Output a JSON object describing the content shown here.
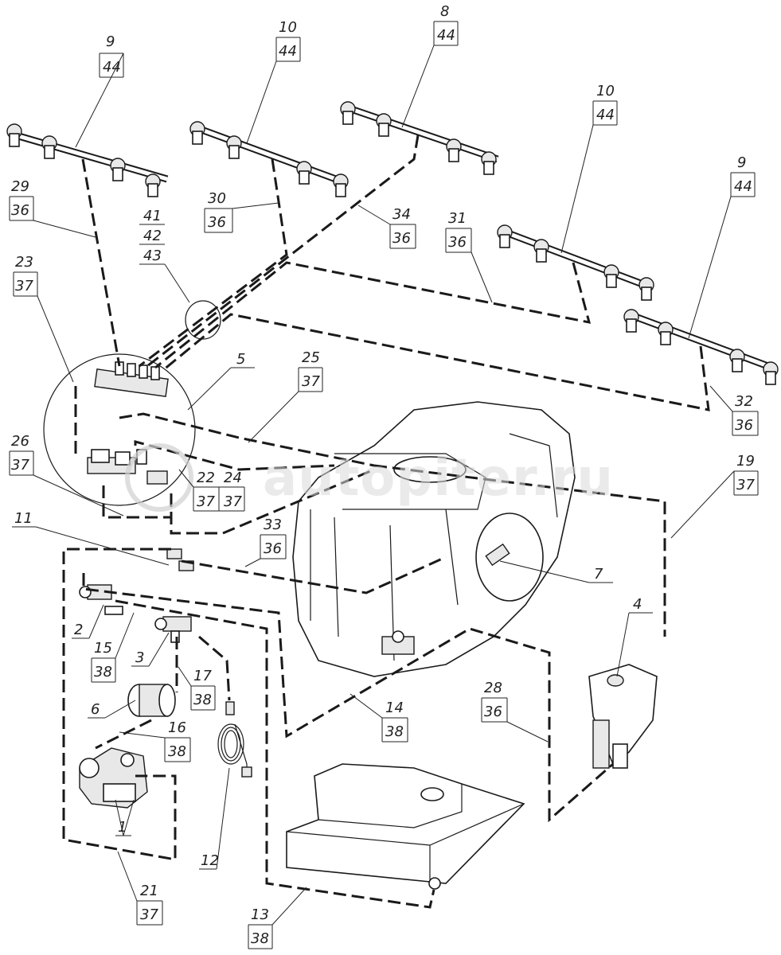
{
  "watermark": "autopiter.ru",
  "callouts": [
    {
      "id": "c9a",
      "top": "9",
      "bottom": "44"
    },
    {
      "id": "c10a",
      "top": "10",
      "bottom": "44"
    },
    {
      "id": "c8",
      "top": "8",
      "bottom": "44"
    },
    {
      "id": "c10b",
      "top": "10",
      "bottom": "44"
    },
    {
      "id": "c9b",
      "top": "9",
      "bottom": "44"
    },
    {
      "id": "c29",
      "top": "29",
      "bottom": "36"
    },
    {
      "id": "c30",
      "top": "30",
      "bottom": "36"
    },
    {
      "id": "c34",
      "top": "34",
      "bottom": "36"
    },
    {
      "id": "c31",
      "top": "31",
      "bottom": "36"
    },
    {
      "id": "c23",
      "top": "23",
      "bottom": "37"
    },
    {
      "id": "c25",
      "top": "25",
      "bottom": "37"
    },
    {
      "id": "c32",
      "top": "32",
      "bottom": "36"
    },
    {
      "id": "c26",
      "top": "26",
      "bottom": "37"
    },
    {
      "id": "c19",
      "top": "19",
      "bottom": "37"
    },
    {
      "id": "c33",
      "top": "33",
      "bottom": "36"
    },
    {
      "id": "c15",
      "top": "15",
      "bottom": "38"
    },
    {
      "id": "c17",
      "top": "17",
      "bottom": "38"
    },
    {
      "id": "c28",
      "top": "28",
      "bottom": "36"
    },
    {
      "id": "c14",
      "top": "14",
      "bottom": "38"
    },
    {
      "id": "c16",
      "top": "16",
      "bottom": "38"
    },
    {
      "id": "c21",
      "top": "21",
      "bottom": "37"
    },
    {
      "id": "c13",
      "top": "13",
      "bottom": "38"
    }
  ],
  "stack_41_42_43": [
    "41",
    "42",
    "43"
  ],
  "pair_22_24": {
    "a": "22",
    "b": "24",
    "bottom": "37"
  },
  "single_labels": {
    "l5": "5",
    "l11": "11",
    "l7": "7",
    "l4": "4",
    "l2": "2",
    "l3": "3",
    "l6": "6",
    "l1": "1",
    "l12": "12"
  }
}
